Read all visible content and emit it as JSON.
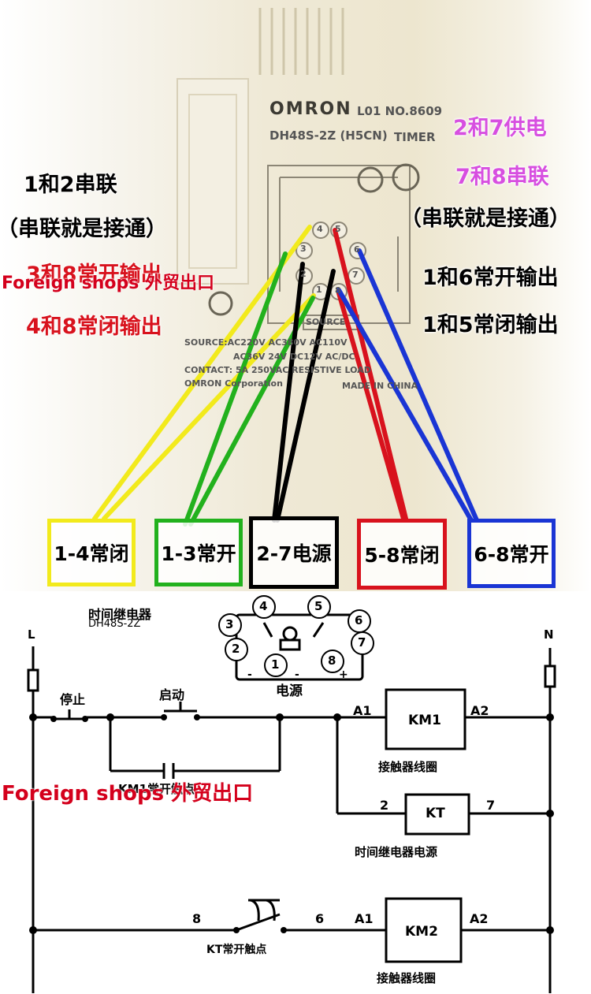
{
  "device": {
    "brand": "OMRON",
    "code": "L01 NO.8609",
    "model": "DH48S-2Z (H5CN)",
    "type": "TIMER",
    "pins": [
      "1",
      "2",
      "3",
      "4",
      "5",
      "6",
      "7",
      "8"
    ],
    "socket_label": "SOURCE",
    "source_line": "SOURCE:AC220V AC380V AC110V",
    "source_line2": "AC36V 24V DC12V AC/DC",
    "contact_line": "CONTACT: 5A 250VAC RESISTIVE LOAD",
    "corp": "OMRON Corporation",
    "made": "MADE IN CHINA"
  },
  "left_notes": {
    "line1": "1和2串联",
    "line2": "（串联就是接通）",
    "line3": "3和8常开输出",
    "line4": "4和8常闭输出"
  },
  "right_notes": {
    "line1": "2和7供电",
    "line2": "7和8串联",
    "line3": "（串联就是接通）",
    "line4": "1和6常开输出",
    "line5": "1和5常闭输出"
  },
  "watermark": "Foreign shops 外贸出口",
  "terminal_boxes": [
    {
      "label": "1-4常闭",
      "color": "#f2ea1c"
    },
    {
      "label": "1-3常开",
      "color": "#22b11d"
    },
    {
      "label": "2-7电源",
      "color": "#000000"
    },
    {
      "label": "5-8常闭",
      "color": "#d8121d"
    },
    {
      "label": "6-8常开",
      "color": "#1a35d4"
    }
  ],
  "colors": {
    "yellow": "#f2ea1c",
    "green": "#22b11d",
    "black": "#000000",
    "red": "#d8121d",
    "blue": "#1a35d4",
    "pink_note": "#d74fe0",
    "red_note": "#d8121d"
  },
  "schematic": {
    "relay_title": "时间继电器",
    "relay_model": "DH48S-2Z",
    "pin_numbers": [
      "1",
      "2",
      "3",
      "4",
      "5",
      "6",
      "7",
      "8"
    ],
    "power_label": "电源",
    "power_signs": [
      "-",
      "-",
      "+"
    ],
    "L": "L",
    "N": "N",
    "stop": "停止",
    "start": "启动",
    "seal_in": "KM1常开触点",
    "a1": "A1",
    "a2": "A2",
    "km1": "KM1",
    "coil_label": "接触器线圈",
    "kt_pin2": "2",
    "kt_pin7": "7",
    "kt": "KT",
    "kt_power_label": "时间继电器电源",
    "kt_pin8": "8",
    "kt_pin6": "6",
    "kt_contact": "KT常开触点",
    "km2": "KM2",
    "coil_label2": "接触器线圈"
  }
}
